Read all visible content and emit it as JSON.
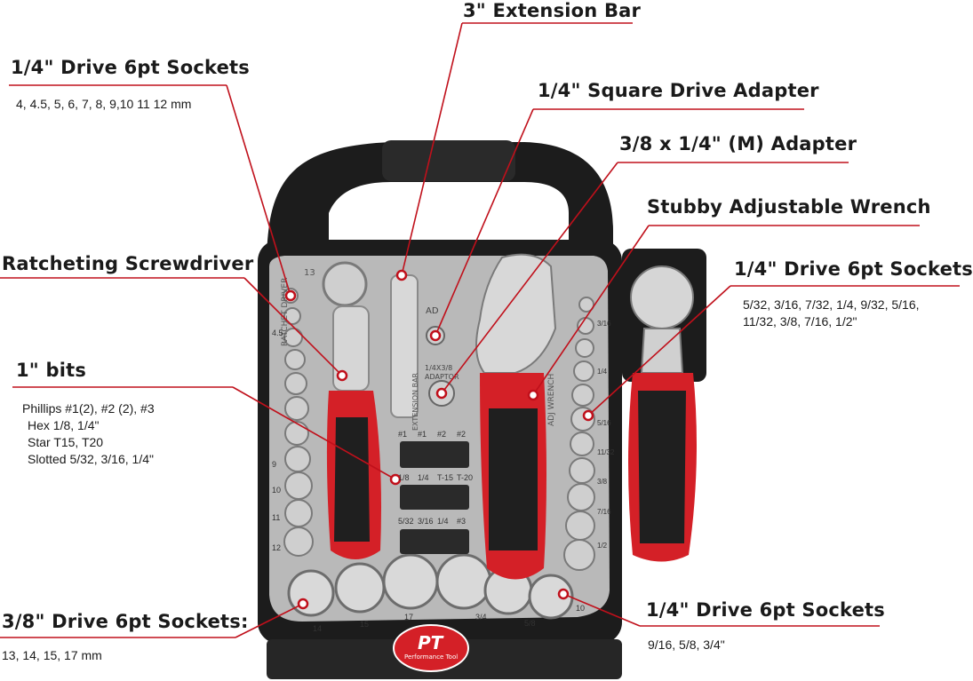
{
  "callouts": {
    "drive_14_metric": {
      "title": "1/4\" Drive 6pt Sockets",
      "lines": [
        "4, 4.5, 5, 6, 7, 8, 9,10 11 12 mm"
      ]
    },
    "extension_bar": {
      "title": "3\" Extension Bar"
    },
    "square_drive_adapter": {
      "title": "1/4\" Square Drive Adapter"
    },
    "adapter_38_14": {
      "title": "3/8 x 1/4\" (M) Adapter"
    },
    "stubby_wrench": {
      "title": "Stubby Adjustable Wrench"
    },
    "ratcheting_screwdriver": {
      "title": "Ratcheting Screwdriver"
    },
    "drive_14_sae": {
      "title": "1/4\" Drive 6pt Sockets",
      "lines": [
        "5/32, 3/16, 7/32, 1/4, 9/32, 5/16,",
        "11/32, 3/8, 7/16, 1/2\""
      ]
    },
    "bits": {
      "title": "1\" bits",
      "lines": [
        "Phillips #1(2), #2 (2), #3",
        "Hex 1/8, 1/4\"",
        "Star T15, T20",
        "Slotted 5/32, 3/16, 1/4\""
      ]
    },
    "drive_38_metric": {
      "title": "3/8\" Drive 6pt Sockets:",
      "lines": [
        "13, 14, 15, 17 mm"
      ]
    },
    "drive_14_large_sae": {
      "title": "1/4\" Drive 6pt Sockets",
      "lines": [
        "9/16, 5/8, 3/4\""
      ]
    }
  },
  "case_labels": {
    "ratchet_driver": "RATCHET DRIVER",
    "extension_bar": "EXTENSION BAR",
    "ad": "AD",
    "adaptor": "1/4X3/8 ADAPTOR",
    "adj_wrench": "ADJ WRENCH",
    "bits_row1": [
      "#1",
      "#1",
      "#2",
      "#2"
    ],
    "bits_row2": [
      "1/8",
      "1/4",
      "T-15",
      "T-20"
    ],
    "bits_row3": [
      "5/32",
      "3/16",
      "1/4",
      "#3"
    ],
    "socket_13": "13",
    "left_sizes": [
      "4.5",
      "9",
      "10",
      "11",
      "12"
    ],
    "right_sizes": [
      "3/16",
      "1/4",
      "5/16",
      "11/32",
      "3/8",
      "7/16",
      "1/2"
    ],
    "bottom_sizes": [
      "14",
      "15",
      "17",
      "3/4",
      "5/8",
      "10"
    ],
    "brand_logo": "PT",
    "brand_name": "Performance Tool"
  },
  "colors": {
    "accent_red": "#c0101b",
    "tray_gray": "#b9b9b9",
    "case_black": "#1c1c1c"
  }
}
